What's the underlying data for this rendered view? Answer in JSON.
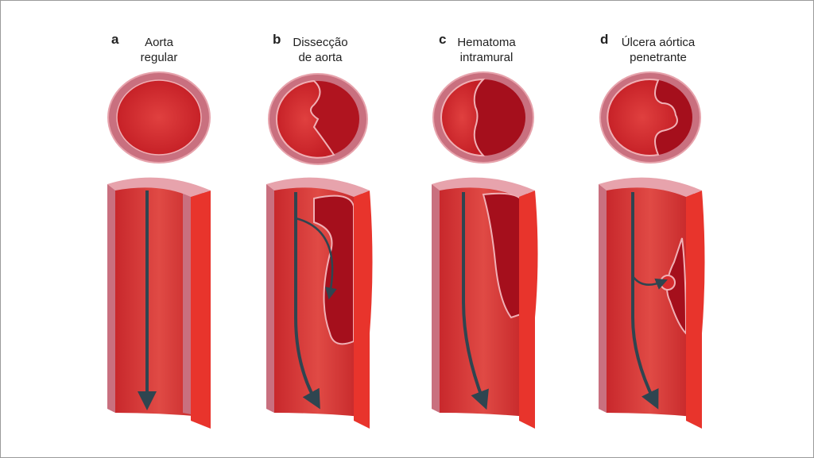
{
  "panels": [
    {
      "letter": "a",
      "title_line1": "Aorta",
      "title_line2": "regular"
    },
    {
      "letter": "b",
      "title_line1": "Dissecção",
      "title_line2": "de aorta"
    },
    {
      "letter": "c",
      "title_line1": "Hematoma",
      "title_line2": "intramural"
    },
    {
      "letter": "d",
      "title_line1": "Úlcera aórtica",
      "title_line2": "penetrante"
    }
  ],
  "colors": {
    "lumen": "#d62b2e",
    "false_lumen": "#a50f1c",
    "wall": "#c9707f",
    "outer": "#e8342c",
    "arrow": "#2f4550"
  }
}
